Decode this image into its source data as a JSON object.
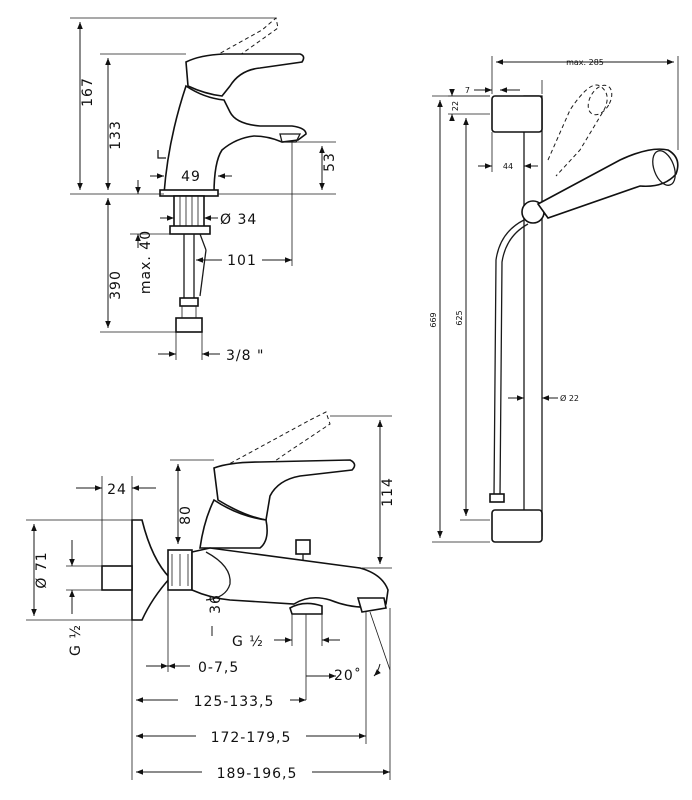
{
  "basin_mixer": {
    "dims": {
      "total_height": "167",
      "body_height": "133",
      "spout_height": "53",
      "base_width": "49",
      "shank_diameter": "Ø 34",
      "reach": "101",
      "below_height": "390",
      "max_thickness": "max. 40",
      "connection": "3/8 \""
    }
  },
  "shower_set": {
    "dims": {
      "max_width": "max. 285",
      "offset_7": "7",
      "offset_22": "22",
      "offset_44": "44",
      "rail_length": "669",
      "hole_spacing": "625",
      "rail_diameter": "Ø 22"
    }
  },
  "bath_mixer": {
    "dims": {
      "wall_depth": "24",
      "lever_height": "80",
      "body_height": "114",
      "flange_diameter": "Ø 71",
      "thread_left": "G ½",
      "angle_36": "36",
      "thread_bottom": "G ½",
      "adjust": "0-7,5",
      "angle_20": "20˚",
      "len_1": "125-133,5",
      "len_2": "172-179,5",
      "len_3": "189-196,5"
    }
  }
}
